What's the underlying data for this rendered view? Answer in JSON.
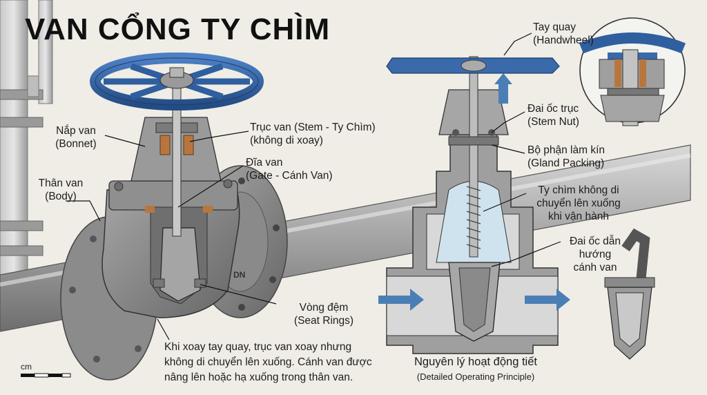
{
  "title": "VAN CỔNG TY CHÌM",
  "labels": {
    "bonnet": {
      "vi": "Nắp van",
      "en": "(Bonnet)"
    },
    "body": {
      "vi": "Thân van",
      "en": "(Body)"
    },
    "stem": {
      "vi": "Trục van (Stem - Ty Chìm)",
      "en": "(không di xoay)"
    },
    "gate": {
      "vi": "Đĩa van",
      "en": "(Gate - Cánh Van)"
    },
    "seat": {
      "vi": "Vòng đệm",
      "en": "(Seat Rings)"
    },
    "handwheel": {
      "vi": "Tay quay",
      "en": "(Handwheel)"
    },
    "stem_nut": {
      "vi": "Đai ốc trục",
      "en": "(Stem Nut)"
    },
    "packing": {
      "vi": "Bộ phận làm kín",
      "en": "(Gland Packing)"
    },
    "fixed_stem": {
      "l1": "Ty chìm không di",
      "l2": "chuyển lên xuống",
      "l3": "khi vận hành"
    },
    "guide_nut": {
      "l1": "Đai ốc dẫn",
      "l2": "hướng",
      "l3": "cánh van"
    }
  },
  "note": {
    "l1": "Khi xoay tay quay, trục van xoay nhưng",
    "l2": "không di chuyển lên xuống. Cánh van được",
    "l3": "nâng lên hoặc hạ xuống trong thân van."
  },
  "principle": {
    "vi": "Nguyên lý hoạt động tiết",
    "en": "(Detailed Operating Principle)"
  },
  "scale_label": "cm",
  "body_marking": "DN",
  "colors": {
    "background": "#efede6",
    "handwheel_blue": "#2f5f9e",
    "metal": "#8e8e8e",
    "metal_dark": "#5e5e5e",
    "packing": "#b8763f",
    "flow_arrow": "#4a7fb5",
    "water": "#cfe3ee"
  }
}
